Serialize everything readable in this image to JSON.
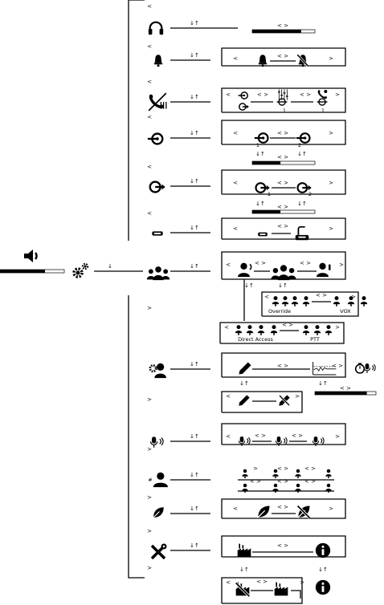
{
  "symbols": {
    "back": "<",
    "fwd": ">",
    "lr": "< >",
    "ud": "↓↑",
    "down": "↓",
    "num1": "1",
    "num2": "2",
    "hash": "#"
  },
  "labels": {
    "override": "Override",
    "vox": "VOX",
    "direct_access": "Direct Access",
    "ptt": "PTT"
  },
  "levels": {
    "volume_fraction": 0.7,
    "headphone_fraction": 0.78,
    "talk1_fraction": 0.45,
    "talk2_fraction": 0.45,
    "listen_fraction": 0.85
  },
  "icons": [
    "speaker-icon",
    "gear-icon",
    "headphones-icon",
    "bell-icon",
    "bell-off-icon",
    "call-mute-icon",
    "talk-icon",
    "listen-icon",
    "phone-icon",
    "user-group-icon",
    "user-speaking-icon",
    "user-hand-icon",
    "user-settings-icon",
    "pencil-icon",
    "pencil-off-icon",
    "waveform-icon",
    "timer-icon",
    "microphone-icon",
    "user-hash-icon",
    "leaf-icon",
    "leaf-off-icon",
    "tools-icon",
    "factory-icon",
    "factory-off-icon",
    "info-icon"
  ]
}
